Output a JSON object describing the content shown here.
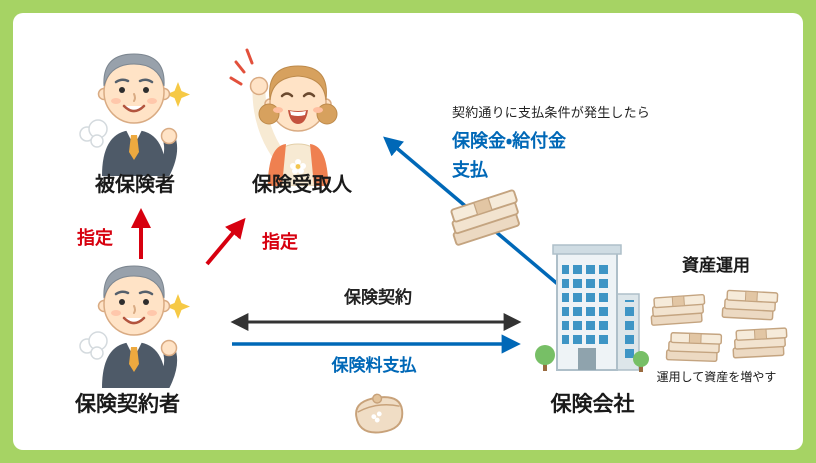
{
  "colors": {
    "background_green": "#a6d364",
    "accent_red": "#d7000f",
    "accent_blue": "#0068b7",
    "text_black": "#1a1a1a"
  },
  "nodes": {
    "insured": {
      "label": "被保険者"
    },
    "beneficiary": {
      "label": "保険受取人"
    },
    "policyholder": {
      "label": "保険契約者"
    },
    "company": {
      "label": "保険会社"
    }
  },
  "edges": {
    "designate_insured": {
      "label": "指定"
    },
    "designate_beneficiary": {
      "label": "指定"
    },
    "contract": {
      "label": "保険契約"
    },
    "premium_payment": {
      "label": "保険料支払"
    },
    "benefit_payment": {
      "condition": "契約通りに支払条件が発生したら",
      "label_line1": "保険金・給付金",
      "label_line2": "支払"
    }
  },
  "asset_management": {
    "title": "資産運用",
    "note": "運用して資産を増やす"
  },
  "icons": {
    "insured_person": "middle-aged-man-in-suit",
    "beneficiary_person": "cheering-woman",
    "policyholder_person": "middle-aged-man-in-suit",
    "company_building": "office-building-with-trees",
    "money_bundle": "stacked-banknote-bundles",
    "pouch": "coin-purse"
  }
}
